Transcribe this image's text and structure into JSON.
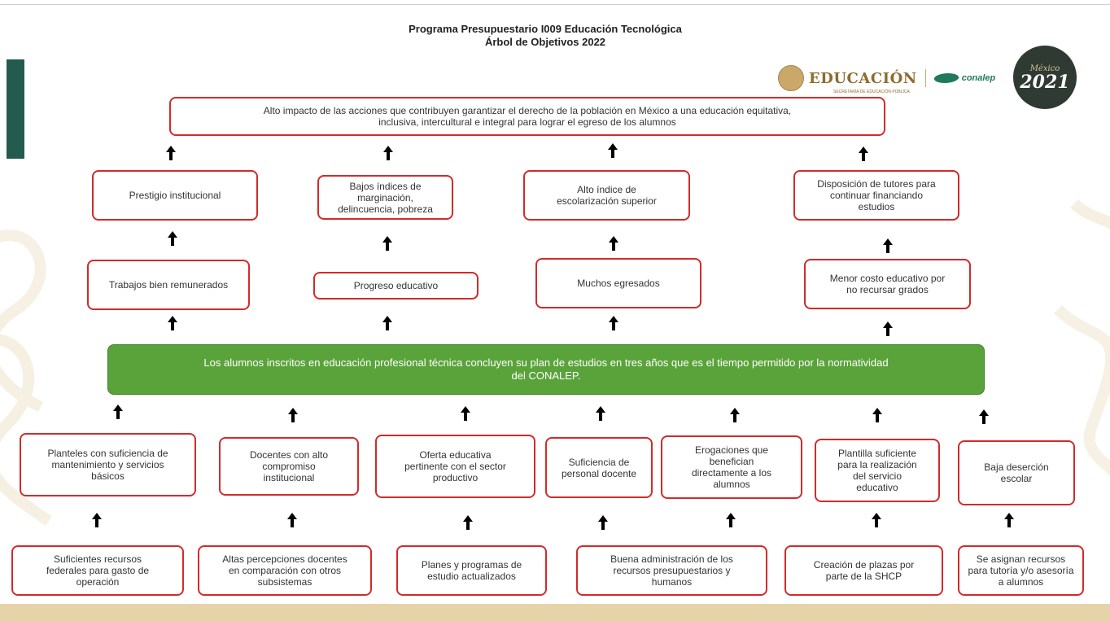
{
  "title": {
    "line1": "Programa Presupuestario I009 Educación Tecnológica",
    "line2": "Árbol de Objetivos 2022"
  },
  "logos": {
    "educacion": "EDUCACIÓN",
    "educacion_sub": "SECRETARÍA DE EDUCACIÓN PÚBLICA",
    "conalep": "conalep",
    "mexico": "México",
    "year": "2021"
  },
  "colors": {
    "box_border": "#d32a2a",
    "central_fill": "#5aa33a",
    "side_bar": "#235b4e",
    "bottom_band": "#e6d3a8"
  },
  "top_objective": "Alto impacto de las acciones que contribuyen garantizar el derecho de la población en México a una educación equitativa,\ninclusiva, intercultural e integral para lograr el egreso de los alumnos",
  "ends_level2": [
    "Prestigio institucional",
    "Bajos índices de\nmarginación,\ndelincuencia, pobreza",
    "Alto índice de\nescolarización superior",
    "Disposición de tutores para\ncontinuar financiando\nestudios"
  ],
  "ends_level1": [
    "Trabajos bien remunerados",
    "Progreso educativo",
    "Muchos egresados",
    "Menor costo educativo por\nno recursar grados"
  ],
  "central_objective": "Los alumnos inscritos en educación profesional técnica concluyen su plan de estudios en tres años que es el tiempo permitido por la normatividad\ndel CONALEP.",
  "means_level1": [
    "Planteles con suficiencia de\nmantenimiento y servicios\nbásicos",
    "Docentes con alto\ncompromiso\ninstitucional",
    "Oferta educativa\npertinente con el sector\nproductivo",
    "Suficiencia de\npersonal docente",
    "Erogaciones que\nbenefician\ndirectamente a los\nalumnos",
    "Plantilla suficiente\npara la realización\ndel servicio\neducativo",
    "Baja deserción\nescolar"
  ],
  "means_level2": [
    "Suficientes recursos\nfederales para gasto de\noperación",
    "Altas percepciones docentes\nen comparación con otros\nsubsistemas",
    "Planes y programas de\nestudio actualizados",
    "Buena administración de los\nrecursos presupuestarios y\nhumanos",
    "Creación de plazas por\nparte de la SHCP",
    "Se asignan recursos\npara tutoría y/o asesoría\na alumnos"
  ]
}
